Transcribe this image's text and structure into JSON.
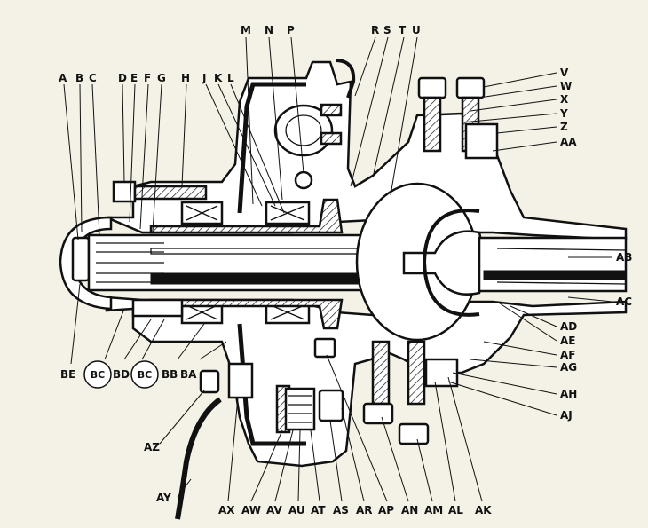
{
  "figure": {
    "background": "#f4f1e6",
    "ink": "#111111",
    "top_labels": [
      "A",
      "B",
      "C",
      "D",
      "E",
      "F",
      "G",
      "H",
      "J",
      "K",
      "L",
      "M",
      "N",
      "P",
      "R",
      "S",
      "T",
      "U"
    ],
    "right_labels": [
      "V",
      "W",
      "X",
      "Y",
      "Z",
      "AA",
      "AB",
      "AC",
      "AD",
      "AE",
      "AF",
      "AG",
      "AH",
      "AJ"
    ],
    "bottom_labels": [
      "AY",
      "AX",
      "AW",
      "AV",
      "AU",
      "AT",
      "AS",
      "AR",
      "AP",
      "AN",
      "AM",
      "AL",
      "AK"
    ],
    "left_labels": [
      "BE",
      "BC",
      "BD",
      "BC",
      "BB",
      "BA",
      "AZ"
    ]
  }
}
